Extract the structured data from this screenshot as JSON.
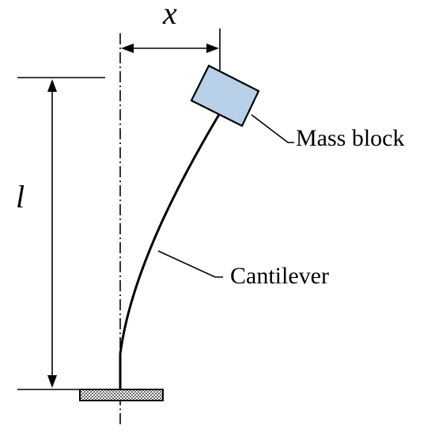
{
  "labels": {
    "x_symbol": "x",
    "l_symbol": "l",
    "mass_block": "Mass block",
    "cantilever": "Cantilever"
  },
  "colors": {
    "mass_fill": "#b8d0e8",
    "stroke": "#000000"
  }
}
